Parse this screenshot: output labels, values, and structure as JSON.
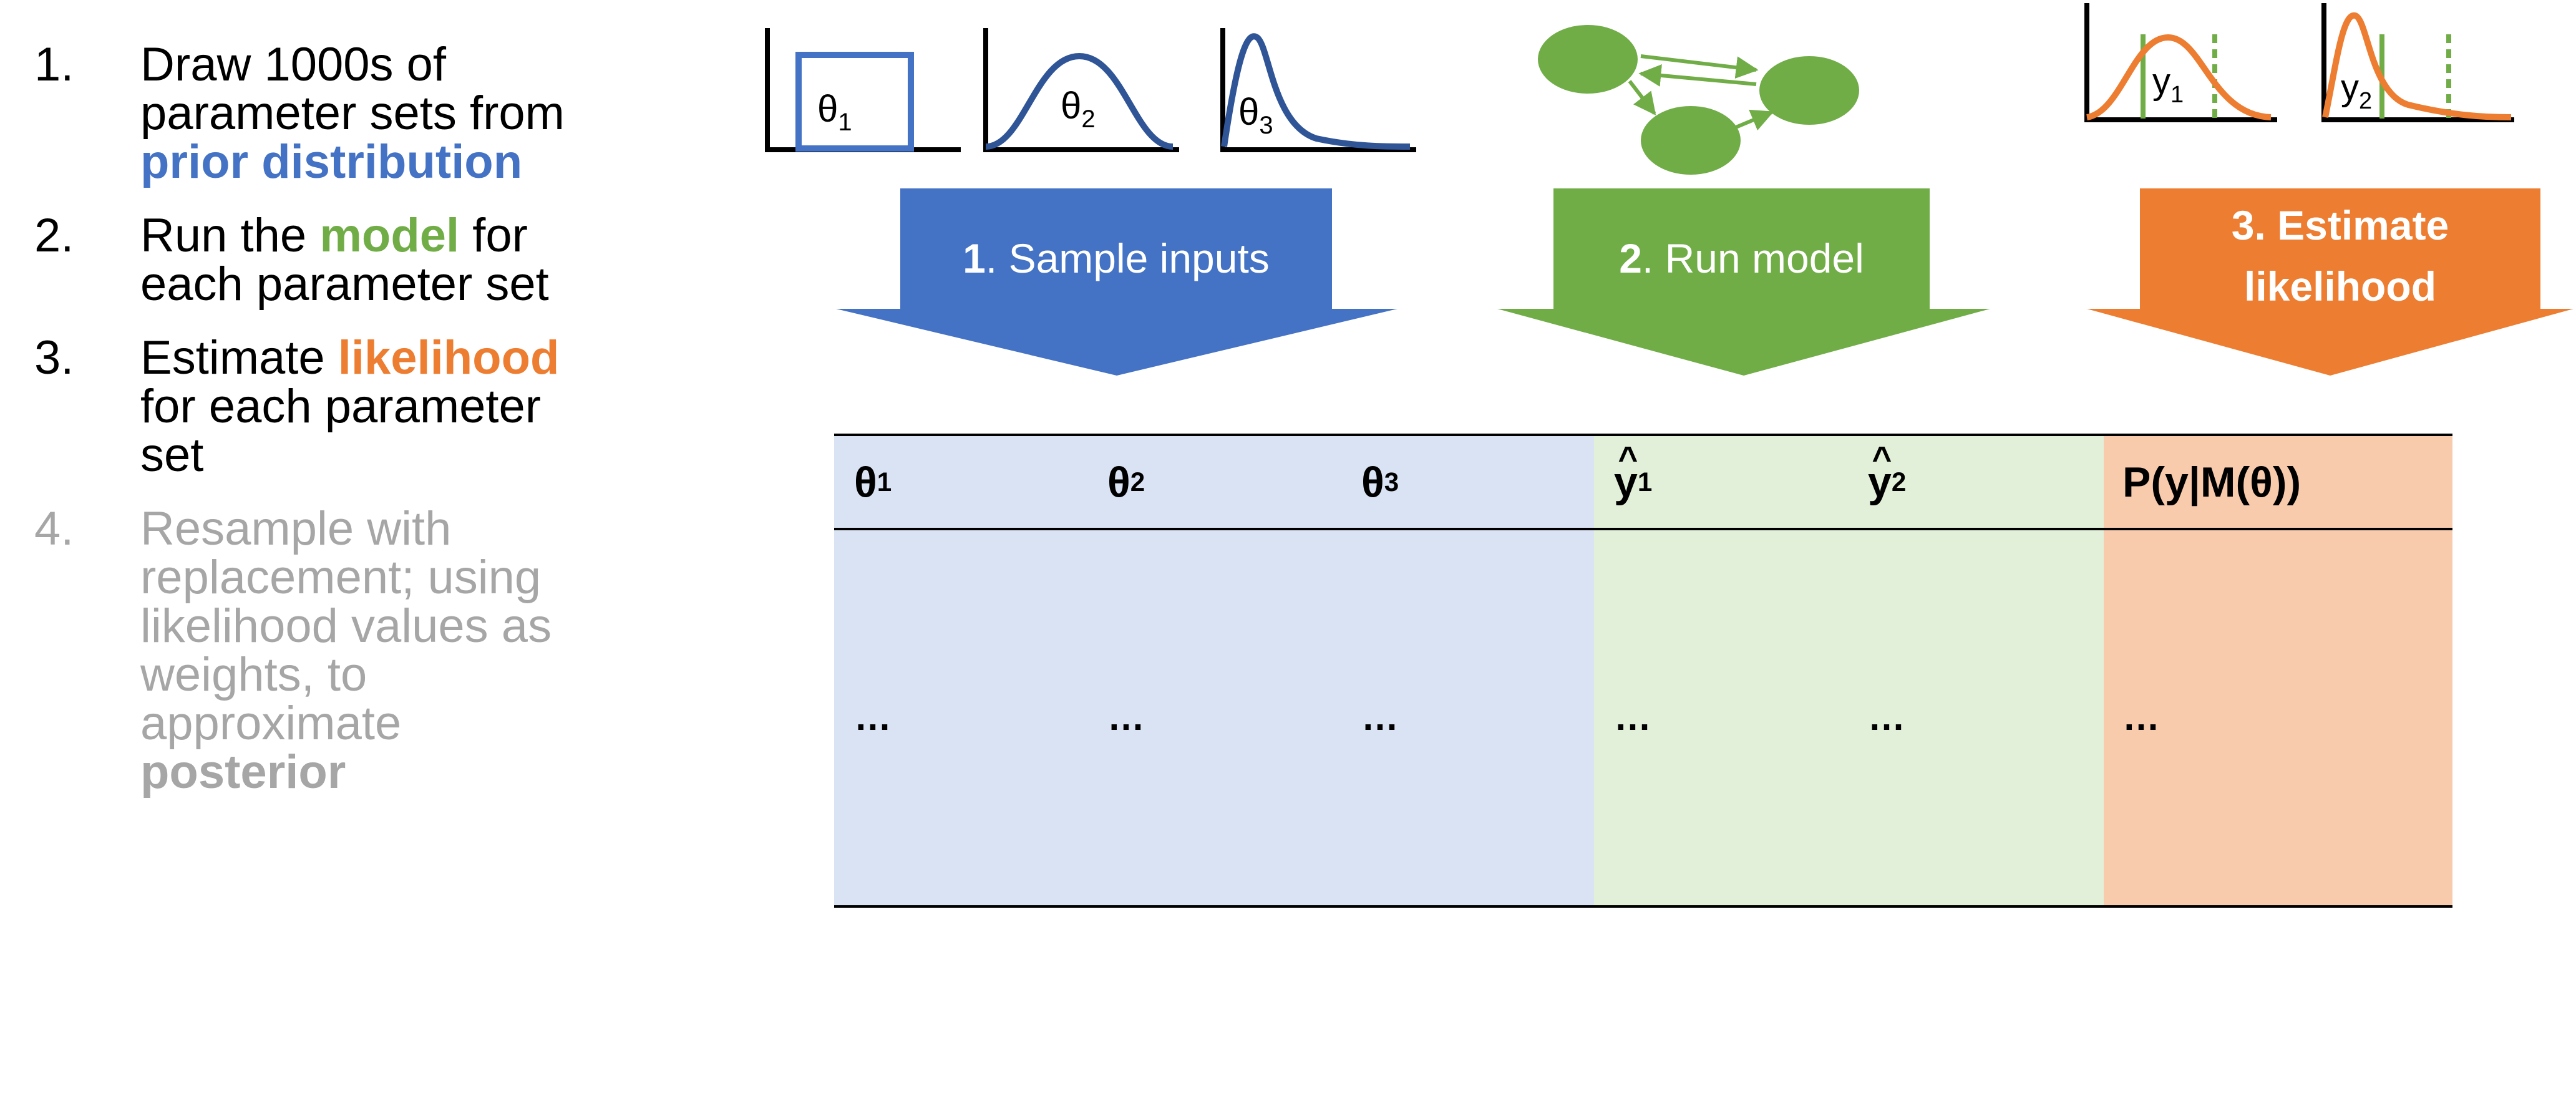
{
  "steps": [
    {
      "num": "1.",
      "parts": [
        {
          "text": "Draw 1000s of parameter sets from ",
          "style": ""
        },
        {
          "text": "prior distribution",
          "style": "c-blue"
        }
      ]
    },
    {
      "num": "2.",
      "parts": [
        {
          "text": "Run the ",
          "style": ""
        },
        {
          "text": "model",
          "style": "c-green"
        },
        {
          "text": " for each parameter set",
          "style": ""
        }
      ]
    },
    {
      "num": "3.",
      "parts": [
        {
          "text": "Estimate ",
          "style": ""
        },
        {
          "text": "likelihood",
          "style": "c-orange"
        },
        {
          "text": " for each parameter set",
          "style": ""
        }
      ]
    },
    {
      "num": "4.",
      "dim": true,
      "parts": [
        {
          "text": "Resample with replacement; using likelihood values as weights, to approximate ",
          "style": ""
        },
        {
          "text": "posterior",
          "style": "c-grey"
        }
      ]
    }
  ],
  "arrows": [
    {
      "num": "1",
      "text": ". Sample inputs",
      "color": "#4472c4"
    },
    {
      "num": "2",
      "text": ". Run model",
      "color": "#70ad47"
    },
    {
      "num": "3. Estimate likelihood",
      "text": "",
      "color": "#ed7d31"
    }
  ],
  "priors": [
    {
      "symbol": "θ",
      "sub": "1",
      "shape": "uniform"
    },
    {
      "symbol": "θ",
      "sub": "2",
      "shape": "bell"
    },
    {
      "symbol": "θ",
      "sub": "3",
      "shape": "skewed"
    }
  ],
  "likelihood_plots": [
    {
      "symbol": "y",
      "sub": "1"
    },
    {
      "symbol": "y",
      "sub": "2"
    }
  ],
  "table": {
    "columns": [
      {
        "base": "θ",
        "sub": "1",
        "hat": false
      },
      {
        "base": "θ",
        "sub": "2",
        "hat": false
      },
      {
        "base": "θ",
        "sub": "3",
        "hat": false
      },
      {
        "base": "y",
        "sub": "1",
        "hat": true
      },
      {
        "base": "y",
        "sub": "2",
        "hat": true
      },
      {
        "base": "P(y|M(θ))",
        "sub": "",
        "hat": false
      }
    ],
    "row_values": [
      "…",
      "…",
      "…",
      "…",
      "…",
      "…"
    ]
  },
  "colors": {
    "blue": "#4472c4",
    "green": "#70ad47",
    "orange": "#ed7d31",
    "grey": "#a6a6a6",
    "dark_blue": "#2f5597",
    "light_blue_band": "#dae3f3",
    "light_green_band": "#e2f0d9",
    "light_orange_band": "#f8cbad"
  }
}
